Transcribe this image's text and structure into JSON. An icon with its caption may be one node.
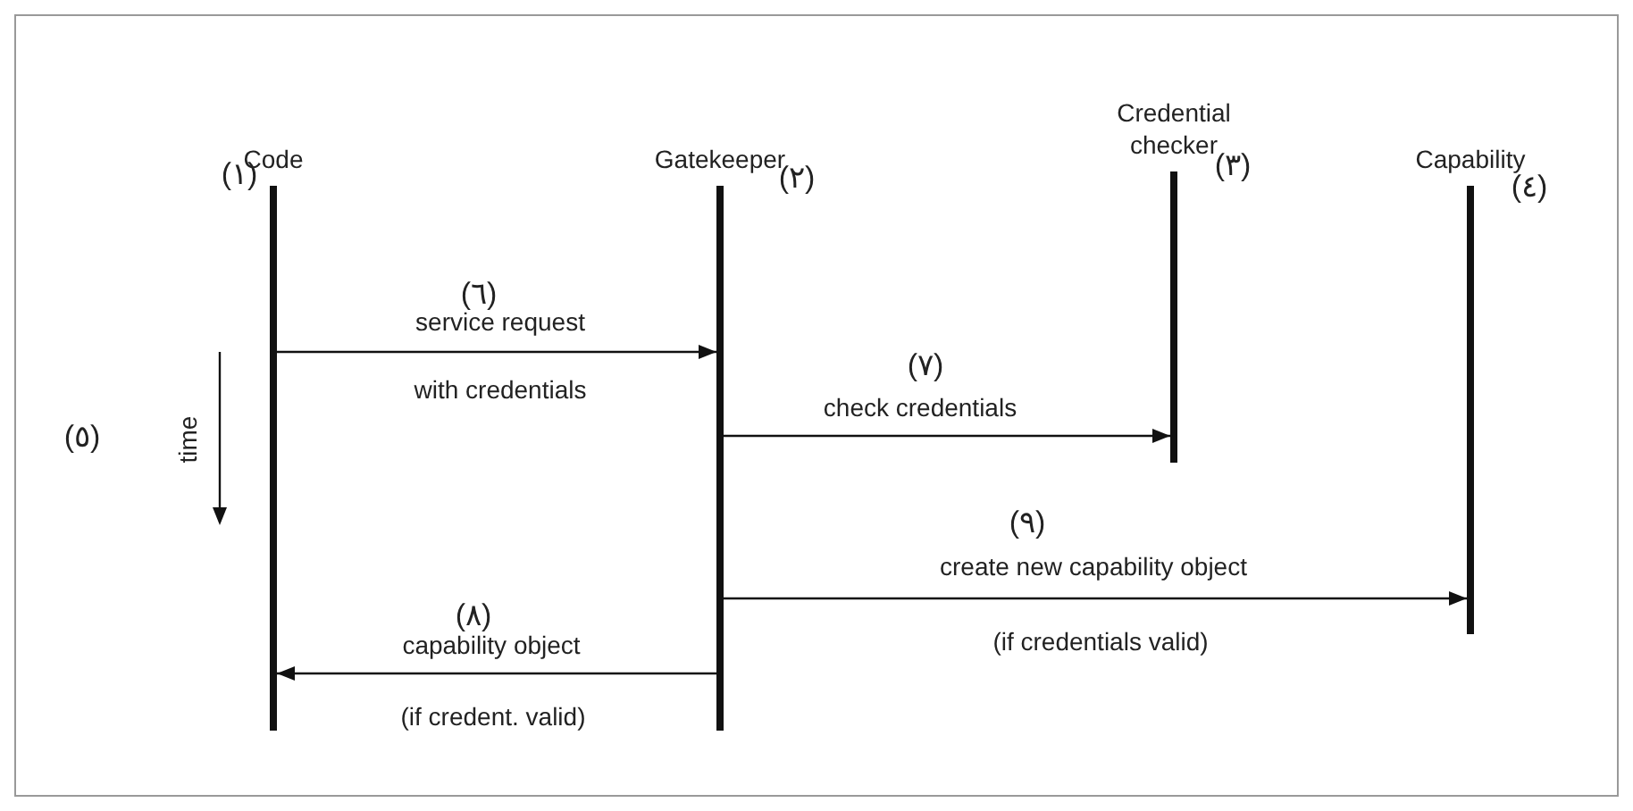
{
  "diagram": {
    "nodes": [
      {
        "text": [
          "Code"
        ]
      },
      {
        "text": [
          "Gatekeeper"
        ]
      },
      {
        "text": [
          "Credential checker"
        ]
      },
      {
        "text": [
          "Capability"
        ]
      }
    ],
    "edges": [
      {
        "from": 0,
        "to": 1,
        "arrow": "to",
        "label": "service request"
      },
      {
        "from": 1,
        "to": 2,
        "arrow": "to",
        "label": "check credentials"
      },
      {
        "from": 1,
        "to": 3,
        "arrow": "to",
        "label": "create new capability object"
      },
      {
        "from": 1,
        "to": 0,
        "arrow": "to",
        "label": "capability object"
      }
    ],
    "labels": [
      "(١)",
      "(٢)",
      "(٣)",
      "(٤)",
      "(٦)",
      "with credentials",
      "(٧)",
      "(٥)",
      "time",
      "(٩)",
      "(if credentials valid)",
      "(٨)",
      "(if credent. valid)"
    ]
  }
}
